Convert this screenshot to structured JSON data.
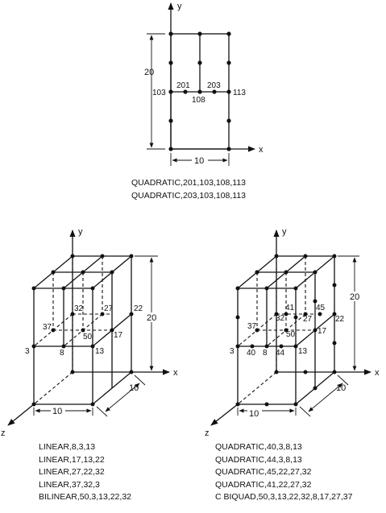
{
  "top_diagram": {
    "axis_y": "y",
    "axis_x": "x",
    "dim_height": "20",
    "dim_width": "10",
    "nodes": {
      "n201": "201",
      "n203": "203",
      "n103": "103",
      "n108": "108",
      "n113": "113"
    },
    "commands": [
      "QUADRATIC,201,103,108,113",
      "QUADRATIC,203,103,108,113"
    ]
  },
  "left_diagram": {
    "axis_y": "y",
    "axis_x": "x",
    "axis_z": "z",
    "dim_height": "20",
    "dim_width": "10",
    "dim_depth": "10",
    "nodes": {
      "n3": "3",
      "n8": "8",
      "n13": "13",
      "n17": "17",
      "n22": "22",
      "n27": "27",
      "n32": "32",
      "n37": "37",
      "n50": "50"
    },
    "commands": [
      "LINEAR,8,3,13",
      "LINEAR,17,13,22",
      "LINEAR,27,22,32",
      "LINEAR,37,32,3",
      "BILINEAR,50,3,13,22,32"
    ]
  },
  "right_diagram": {
    "axis_y": "y",
    "axis_x": "x",
    "axis_z": "z",
    "dim_height": "20",
    "dim_width": "10",
    "dim_depth": "10",
    "nodes": {
      "n3": "3",
      "n40": "40",
      "n8": "8",
      "n44": "44",
      "n13": "13",
      "n17": "17",
      "n22": "22",
      "n27": "27",
      "n45": "45",
      "n32": "32",
      "n41": "41",
      "n37": "37",
      "n50": "50"
    },
    "commands": [
      "QUADRATIC,40,3,8,13",
      "QUADRATIC,44,3,8,13",
      "QUADRATIC,45,22,27,32",
      "QUADRATIC,41,22,27,32",
      "C BIQUAD,50,3,13,22,32,8,17,27,37"
    ]
  }
}
